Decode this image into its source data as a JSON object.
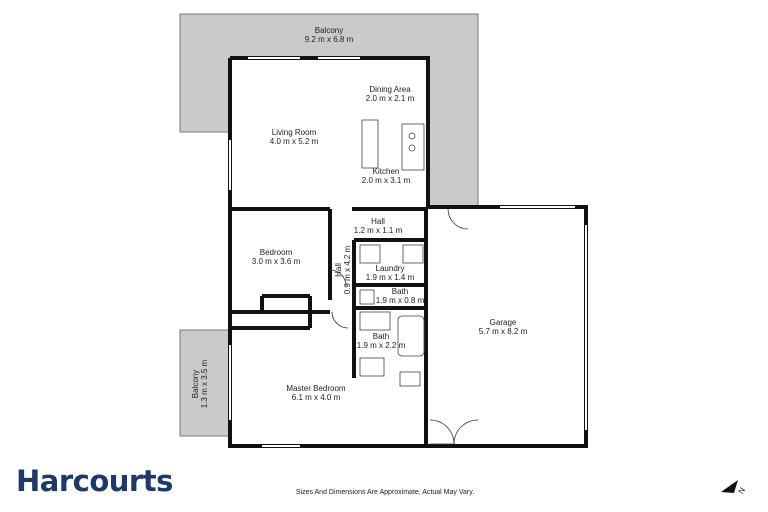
{
  "rooms": {
    "balcony_top": {
      "name": "Balcony",
      "dims": "9.2 m x 6.8 m"
    },
    "dining": {
      "name": "Dining Area",
      "dims": "2.0 m x 2.1 m"
    },
    "living": {
      "name": "Living Room",
      "dims": "4.0 m x 5.2 m"
    },
    "kitchen": {
      "name": "Kitchen",
      "dims": "2.0 m x 3.1 m"
    },
    "hall": {
      "name": "Hall",
      "dims": "1.2 m x 1.1 m"
    },
    "bedroom": {
      "name": "Bedroom",
      "dims": "3.0 m x 3.6 m"
    },
    "hall_vertical": {
      "name": "Hall",
      "dims": "0.9 m x 4.2 m"
    },
    "laundry": {
      "name": "Laundry",
      "dims": "1.9 m x 1.4 m"
    },
    "bath_small": {
      "name": "Bath",
      "dims": "1.9 m x 0.8 m"
    },
    "bath": {
      "name": "Bath",
      "dims": "1.9 m x 2.2 m"
    },
    "garage": {
      "name": "Garage",
      "dims": "5.7 m x 8.2 m"
    },
    "master": {
      "name": "Master Bedroom",
      "dims": "6.1 m x 4.0 m"
    },
    "balcony_side": {
      "name": "Balcony",
      "dims": "1.3 m x 3.5 m"
    }
  },
  "brand": {
    "logo_text": "Harcourts",
    "logo_color": "#1b3a6b"
  },
  "footer": {
    "disclaimer": "Sizes And Dimensions Are Approximate, Actual May Vary."
  },
  "compass": {
    "label": "N"
  },
  "colors": {
    "balcony_fill": "#c9cbc9",
    "wall": "#111111"
  }
}
